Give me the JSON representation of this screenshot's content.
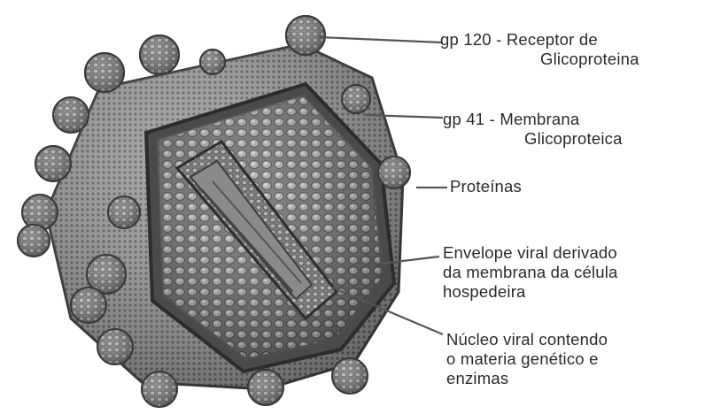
{
  "diagram": {
    "labels": [
      {
        "id": "gp120",
        "lines": [
          "gp 120 - Receptor de",
          "Glicoproteina"
        ]
      },
      {
        "id": "gp41",
        "lines": [
          "gp 41 - Membrana",
          "Glicoproteica"
        ]
      },
      {
        "id": "proteinas",
        "lines": [
          "Proteínas"
        ]
      },
      {
        "id": "envelope",
        "lines": [
          "Envelope viral derivado",
          "da membrana da célula",
          "hospedeira"
        ]
      },
      {
        "id": "nucleo",
        "lines": [
          "Núcleo viral contendo",
          "o materia genético e",
          "enzimas"
        ]
      }
    ]
  }
}
